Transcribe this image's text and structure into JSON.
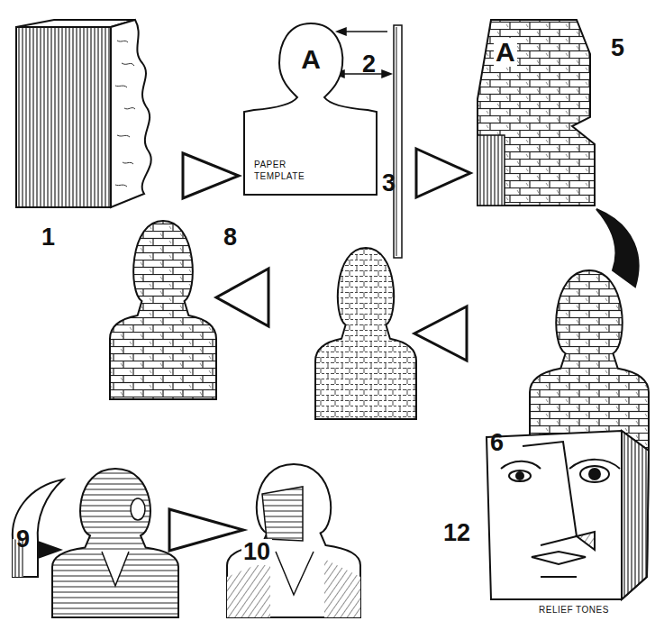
{
  "diagram": {
    "nodes": [
      {
        "text": [
          "A",
          "PAPER TEMPLATE"
        ]
      }
    ],
    "labels": [
      "1",
      "2",
      "3",
      "A",
      "5",
      "8",
      "6",
      "9",
      "10",
      "12",
      "RELIEF TONES"
    ]
  }
}
